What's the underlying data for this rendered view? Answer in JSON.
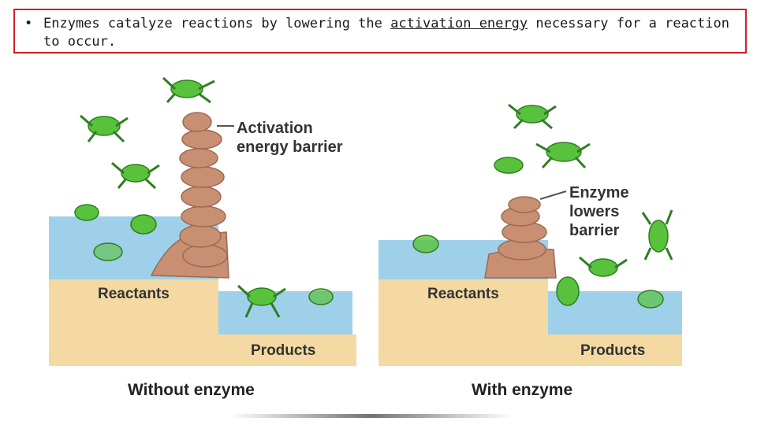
{
  "slide": {
    "bullet": {
      "text_before": "Enzymes catalyze reactions by lowering the ",
      "underlined": "activation energy",
      "text_after": " necessary for a reaction to occur."
    }
  },
  "diagram": {
    "left": {
      "barrier_label_line1": "Activation",
      "barrier_label_line2": "energy barrier",
      "reactants_label": "Reactants",
      "products_label": "Products",
      "caption": "Without enzyme"
    },
    "right": {
      "enzyme_label_line1": "Enzyme",
      "enzyme_label_line2": "lowers",
      "enzyme_label_line3": "barrier",
      "reactants_label": "Reactants",
      "products_label": "Products",
      "caption": "With enzyme"
    }
  },
  "colors": {
    "border": "#d0202a",
    "water": "#8fc8e8",
    "ground": "#f2d7a0",
    "rock": "#c98f73",
    "frog": "#58c23c"
  }
}
